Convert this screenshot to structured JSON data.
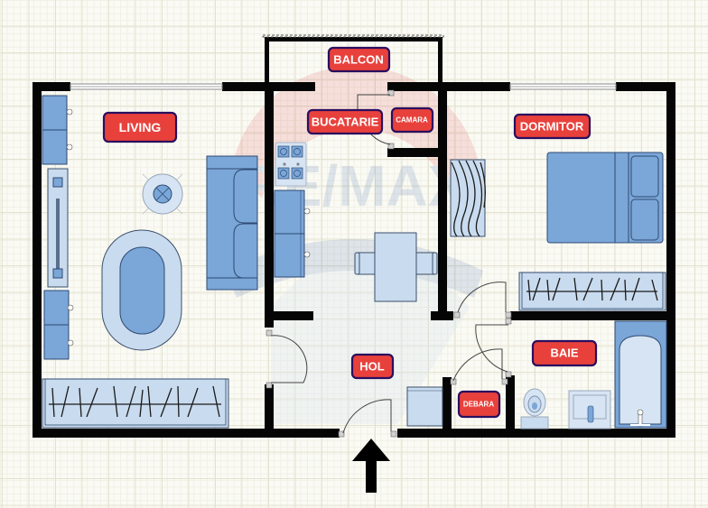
{
  "floorplan": {
    "brand_watermark": "RE/MAX",
    "colors": {
      "label_fill": "#e8413c",
      "label_border": "#2a0f5e",
      "furniture": "#7ba6d8",
      "furniture_light": "#c9dbee",
      "wall": "#050505",
      "grid": "#e3e2d0",
      "background": "#fbfbf5"
    },
    "rooms": [
      {
        "id": "living",
        "label": "LIVING"
      },
      {
        "id": "balcon",
        "label": "BALCON"
      },
      {
        "id": "bucatarie",
        "label": "BUCATARIE"
      },
      {
        "id": "camara",
        "label": "CAMARA"
      },
      {
        "id": "dormitor",
        "label": "DORMITOR"
      },
      {
        "id": "hol",
        "label": "HOL"
      },
      {
        "id": "baie",
        "label": "BAIE"
      },
      {
        "id": "debara",
        "label": "DEBARA"
      }
    ],
    "entrance": {
      "icon": "up-arrow-icon",
      "direction": "up"
    }
  }
}
